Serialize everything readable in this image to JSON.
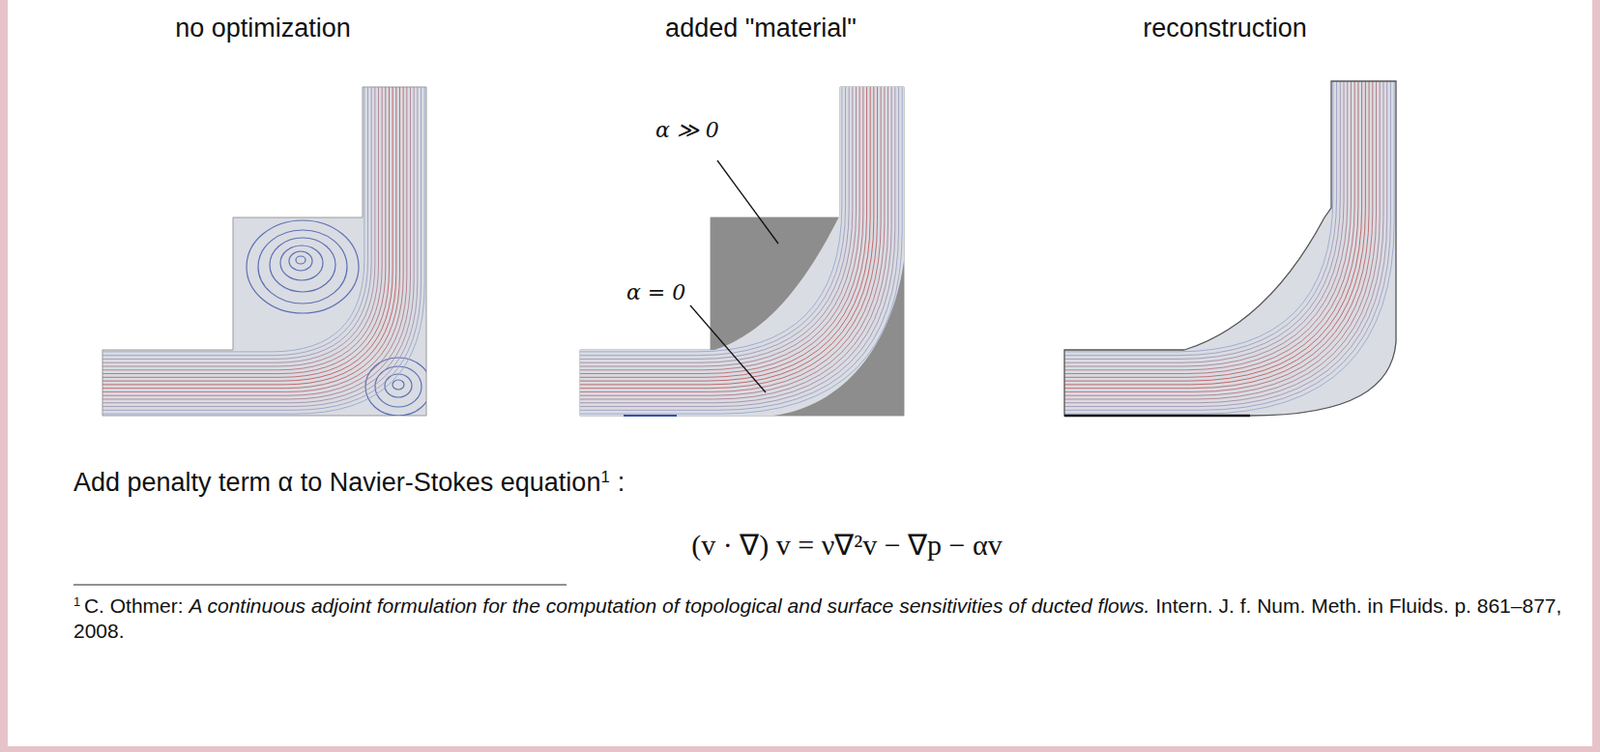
{
  "diagram": {
    "labels": [
      "no optimization",
      "added \"material\"",
      "reconstruction",
      "α ≫ 0",
      "α = 0",
      "Add penalty term α to Navier-Stokes equation",
      "1",
      ":",
      "(v · ∇) v = ν∇²v − ∇p − αv",
      "1",
      "C. Othmer:",
      "A continuous adjoint formulation for the computation of topological and surface sensitivities of ducted flows.",
      "Intern. J. f. Num. Meth. in Fluids. p. 861–877, 2008."
    ]
  }
}
